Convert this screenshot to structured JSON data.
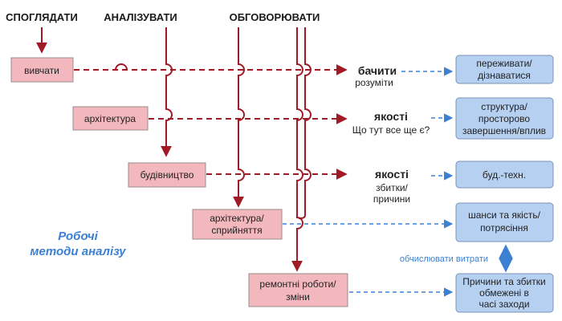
{
  "headers": {
    "observe": "СПОГЛЯДАТИ",
    "analyze": "АНАЛІЗУВАТИ",
    "discuss": "ОБГОВОРЮВАТИ"
  },
  "stages": [
    {
      "label": "вивчати"
    },
    {
      "label": "архітектура"
    },
    {
      "label": "будівництво"
    },
    {
      "label": "архітектура/",
      "label2": "сприйняття"
    },
    {
      "label": "ремонтні роботи/",
      "label2": "зміни"
    }
  ],
  "middle": [
    {
      "strong": "бачити",
      "sub": "розуміти"
    },
    {
      "strong": "якості",
      "sub": "Що тут все ще є?"
    },
    {
      "strong": "якості",
      "sub": "збитки/",
      "sub2": "причини"
    }
  ],
  "results": [
    {
      "line1": "переживати/",
      "line2": "дізнаватися"
    },
    {
      "line1": "структура/",
      "line2": "просторово",
      "line3": "завершення/вплив"
    },
    {
      "line1": "буд.-техн."
    },
    {
      "line1": "шанси та якість/",
      "line2": "потрясіння"
    },
    {
      "line1": "Причини та збитки",
      "line2": "обмежені в",
      "line3": "часі заходи"
    }
  ],
  "cost_label": "обчислювати витрати",
  "side_title": {
    "line1": "Робочі",
    "line2": "методи аналізу"
  },
  "colors": {
    "red_line": "#a01b26",
    "blue_line": "#3b80d3",
    "pink_box": "#f2b8bd",
    "blue_box": "#b6d0f2"
  }
}
